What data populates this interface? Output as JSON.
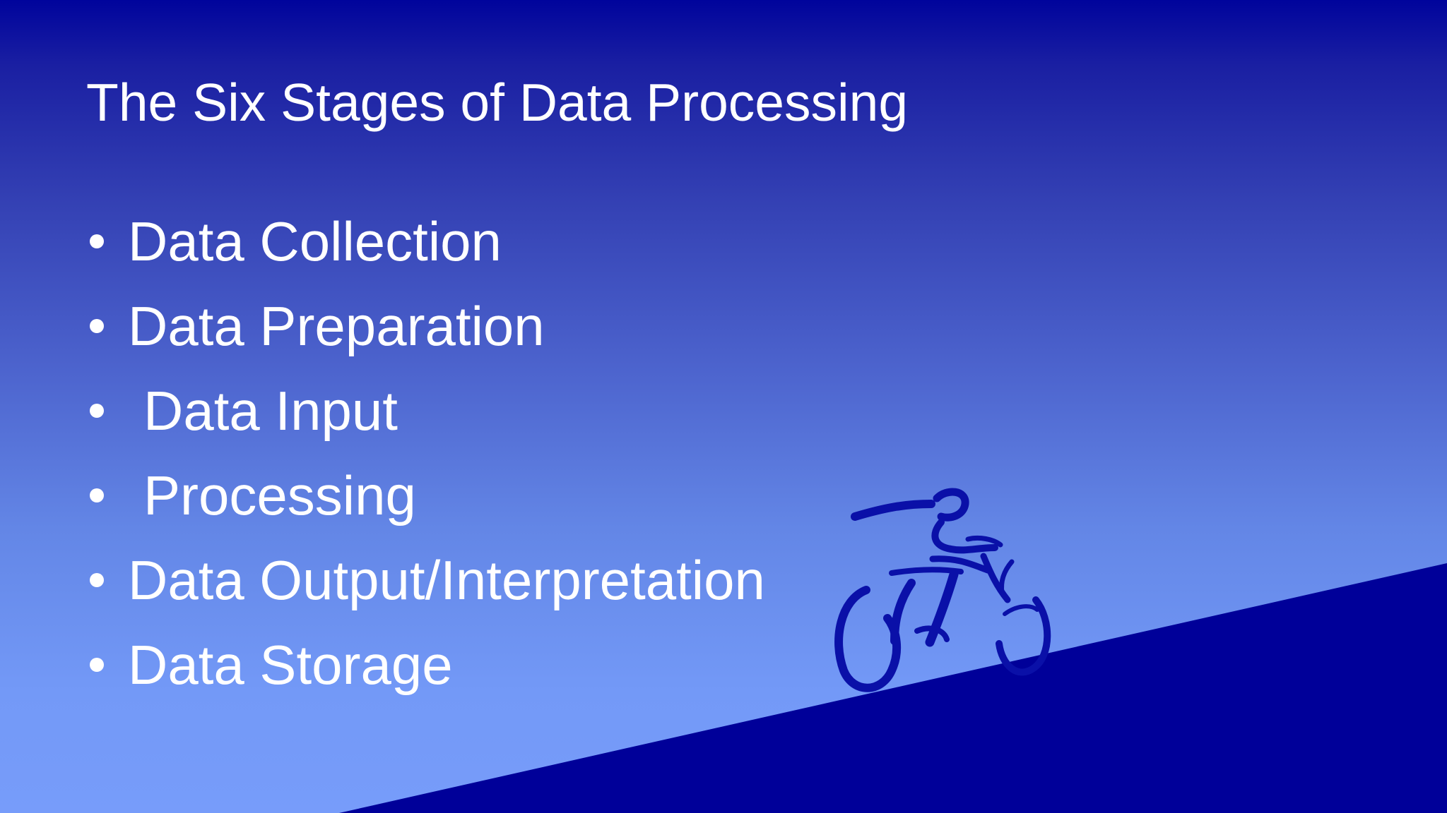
{
  "slide": {
    "title": "The Six Stages of Data Processing",
    "bullets": [
      "Data Collection",
      "Data Preparation",
      "Data Input",
      "Processing",
      "Data Output/Interpretation",
      "Data Storage"
    ]
  },
  "colors": {
    "background_top": "#00049c",
    "background_bottom": "#779cfa",
    "hill": "#000099",
    "text": "#ffffff",
    "cyclist_ink": "#0a10a8"
  },
  "icons": {
    "illustration": "cyclist-icon"
  }
}
